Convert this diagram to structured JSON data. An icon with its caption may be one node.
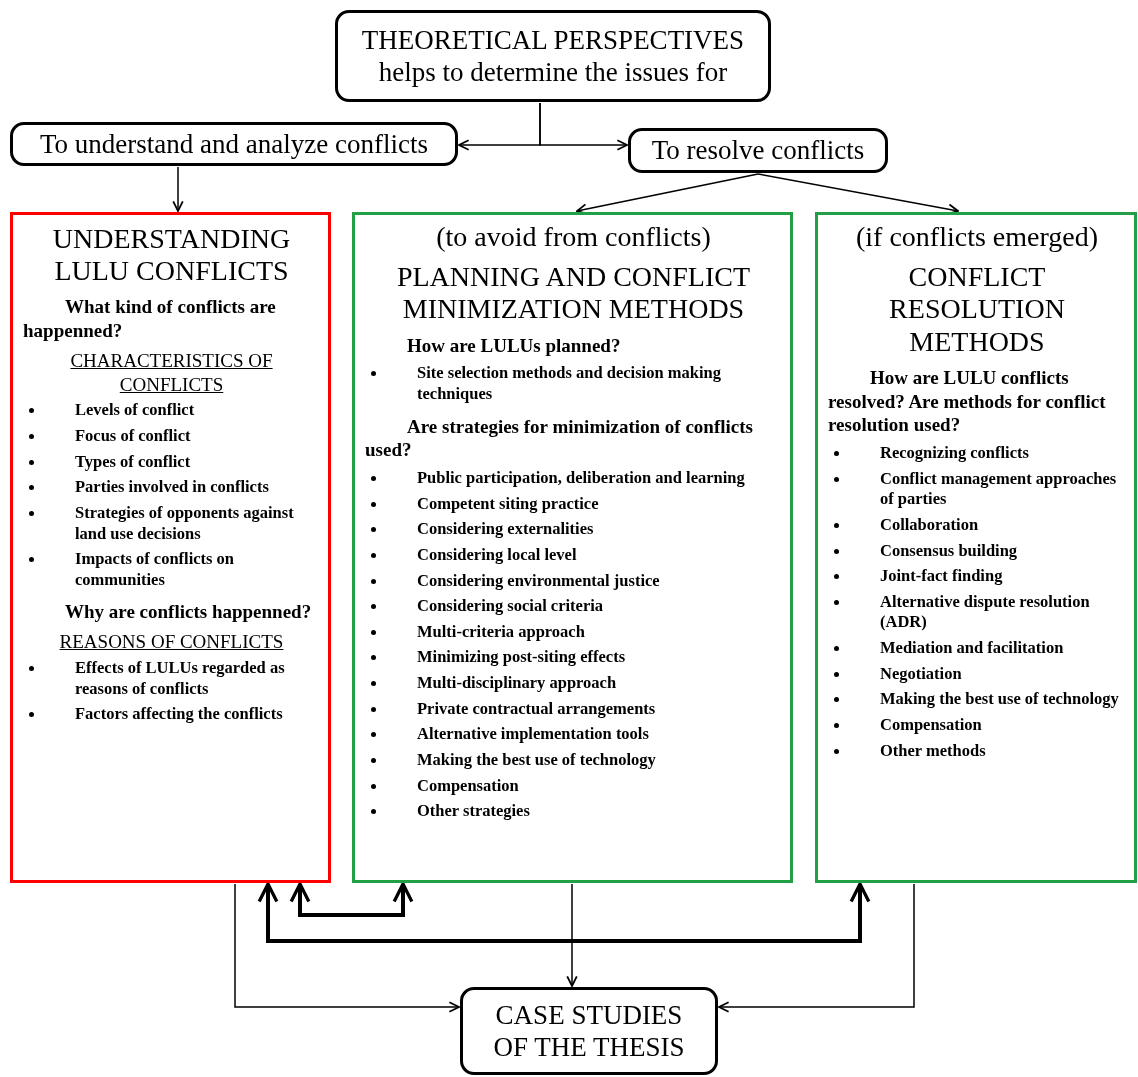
{
  "diagram": {
    "nodes": [
      {
        "text": [
          "THEORETICAL PERSPECTIVES helps to determine the issues for"
        ]
      },
      {
        "text": [
          "To understand and analyze conflicts"
        ]
      },
      {
        "text": [
          "To resolve conflicts"
        ]
      },
      {
        "text": [
          "UNDERSTANDING LULU CONFLICTS",
          "What kind of conflicts are happenned?",
          "CHARACTERISTICS OF CONFLICTS",
          "Levels of conflict",
          "Focus of conflict",
          "Types of conflict",
          "Parties involved in conflicts",
          "Strategies of opponents against land use decisions",
          "Impacts of conflicts on communities",
          "Why are conflicts happenned?",
          "REASONS OF CONFLICTS",
          "Effects of LULUs regarded as reasons of conflicts",
          "Factors affecting the conflicts"
        ]
      },
      {
        "text": [
          "(to avoid from conflicts)",
          "PLANNING AND CONFLICT MINIMIZATION METHODS",
          "How are LULUs planned?",
          "Site selection methods and decision making techniques",
          "Are strategies for minimization of conflicts used?",
          "Public participation, deliberation and learning",
          "Competent siting practice",
          "Considering externalities",
          "Considering local level",
          "Considering environmental justice",
          "Considering social criteria",
          "Multi-criteria approach",
          "Minimizing post-siting effects",
          "Multi-disciplinary approach",
          "Private contractual arrangements",
          "Alternative implementation tools",
          "Making the best use of technology",
          "Compensation",
          "Other strategies"
        ]
      },
      {
        "text": [
          "(if conflicts emerged)",
          "CONFLICT RESOLUTION METHODS",
          "How are LULU conflicts resolved? Are methods for conflict resolution used?",
          "Recognizing conflicts",
          "Conflict management approaches of parties",
          "Collaboration",
          "Consensus building",
          "Joint-fact finding",
          "Alternative dispute resolution (ADR)",
          "Mediation and facilitation",
          "Negotiation",
          "Making the best use of technology",
          "Compensation",
          "Other methods"
        ]
      },
      {
        "text": [
          "CASE STUDIES OF THE THESIS"
        ]
      }
    ],
    "edges": [
      {
        "from": 0,
        "to": 1,
        "arrow": "to"
      },
      {
        "from": 0,
        "to": 2,
        "arrow": "to"
      },
      {
        "from": 1,
        "to": 3,
        "arrow": "to"
      },
      {
        "from": 2,
        "to": 4,
        "arrow": "to"
      },
      {
        "from": 2,
        "to": 5,
        "arrow": "to"
      },
      {
        "from": 3,
        "to": 4,
        "arrow": "both",
        "style": "thick"
      },
      {
        "from": 3,
        "to": 5,
        "arrow": "both",
        "style": "thick"
      },
      {
        "from": 3,
        "to": 6,
        "arrow": "to"
      },
      {
        "from": 4,
        "to": 6,
        "arrow": "to"
      },
      {
        "from": 5,
        "to": 6,
        "arrow": "to"
      }
    ]
  }
}
